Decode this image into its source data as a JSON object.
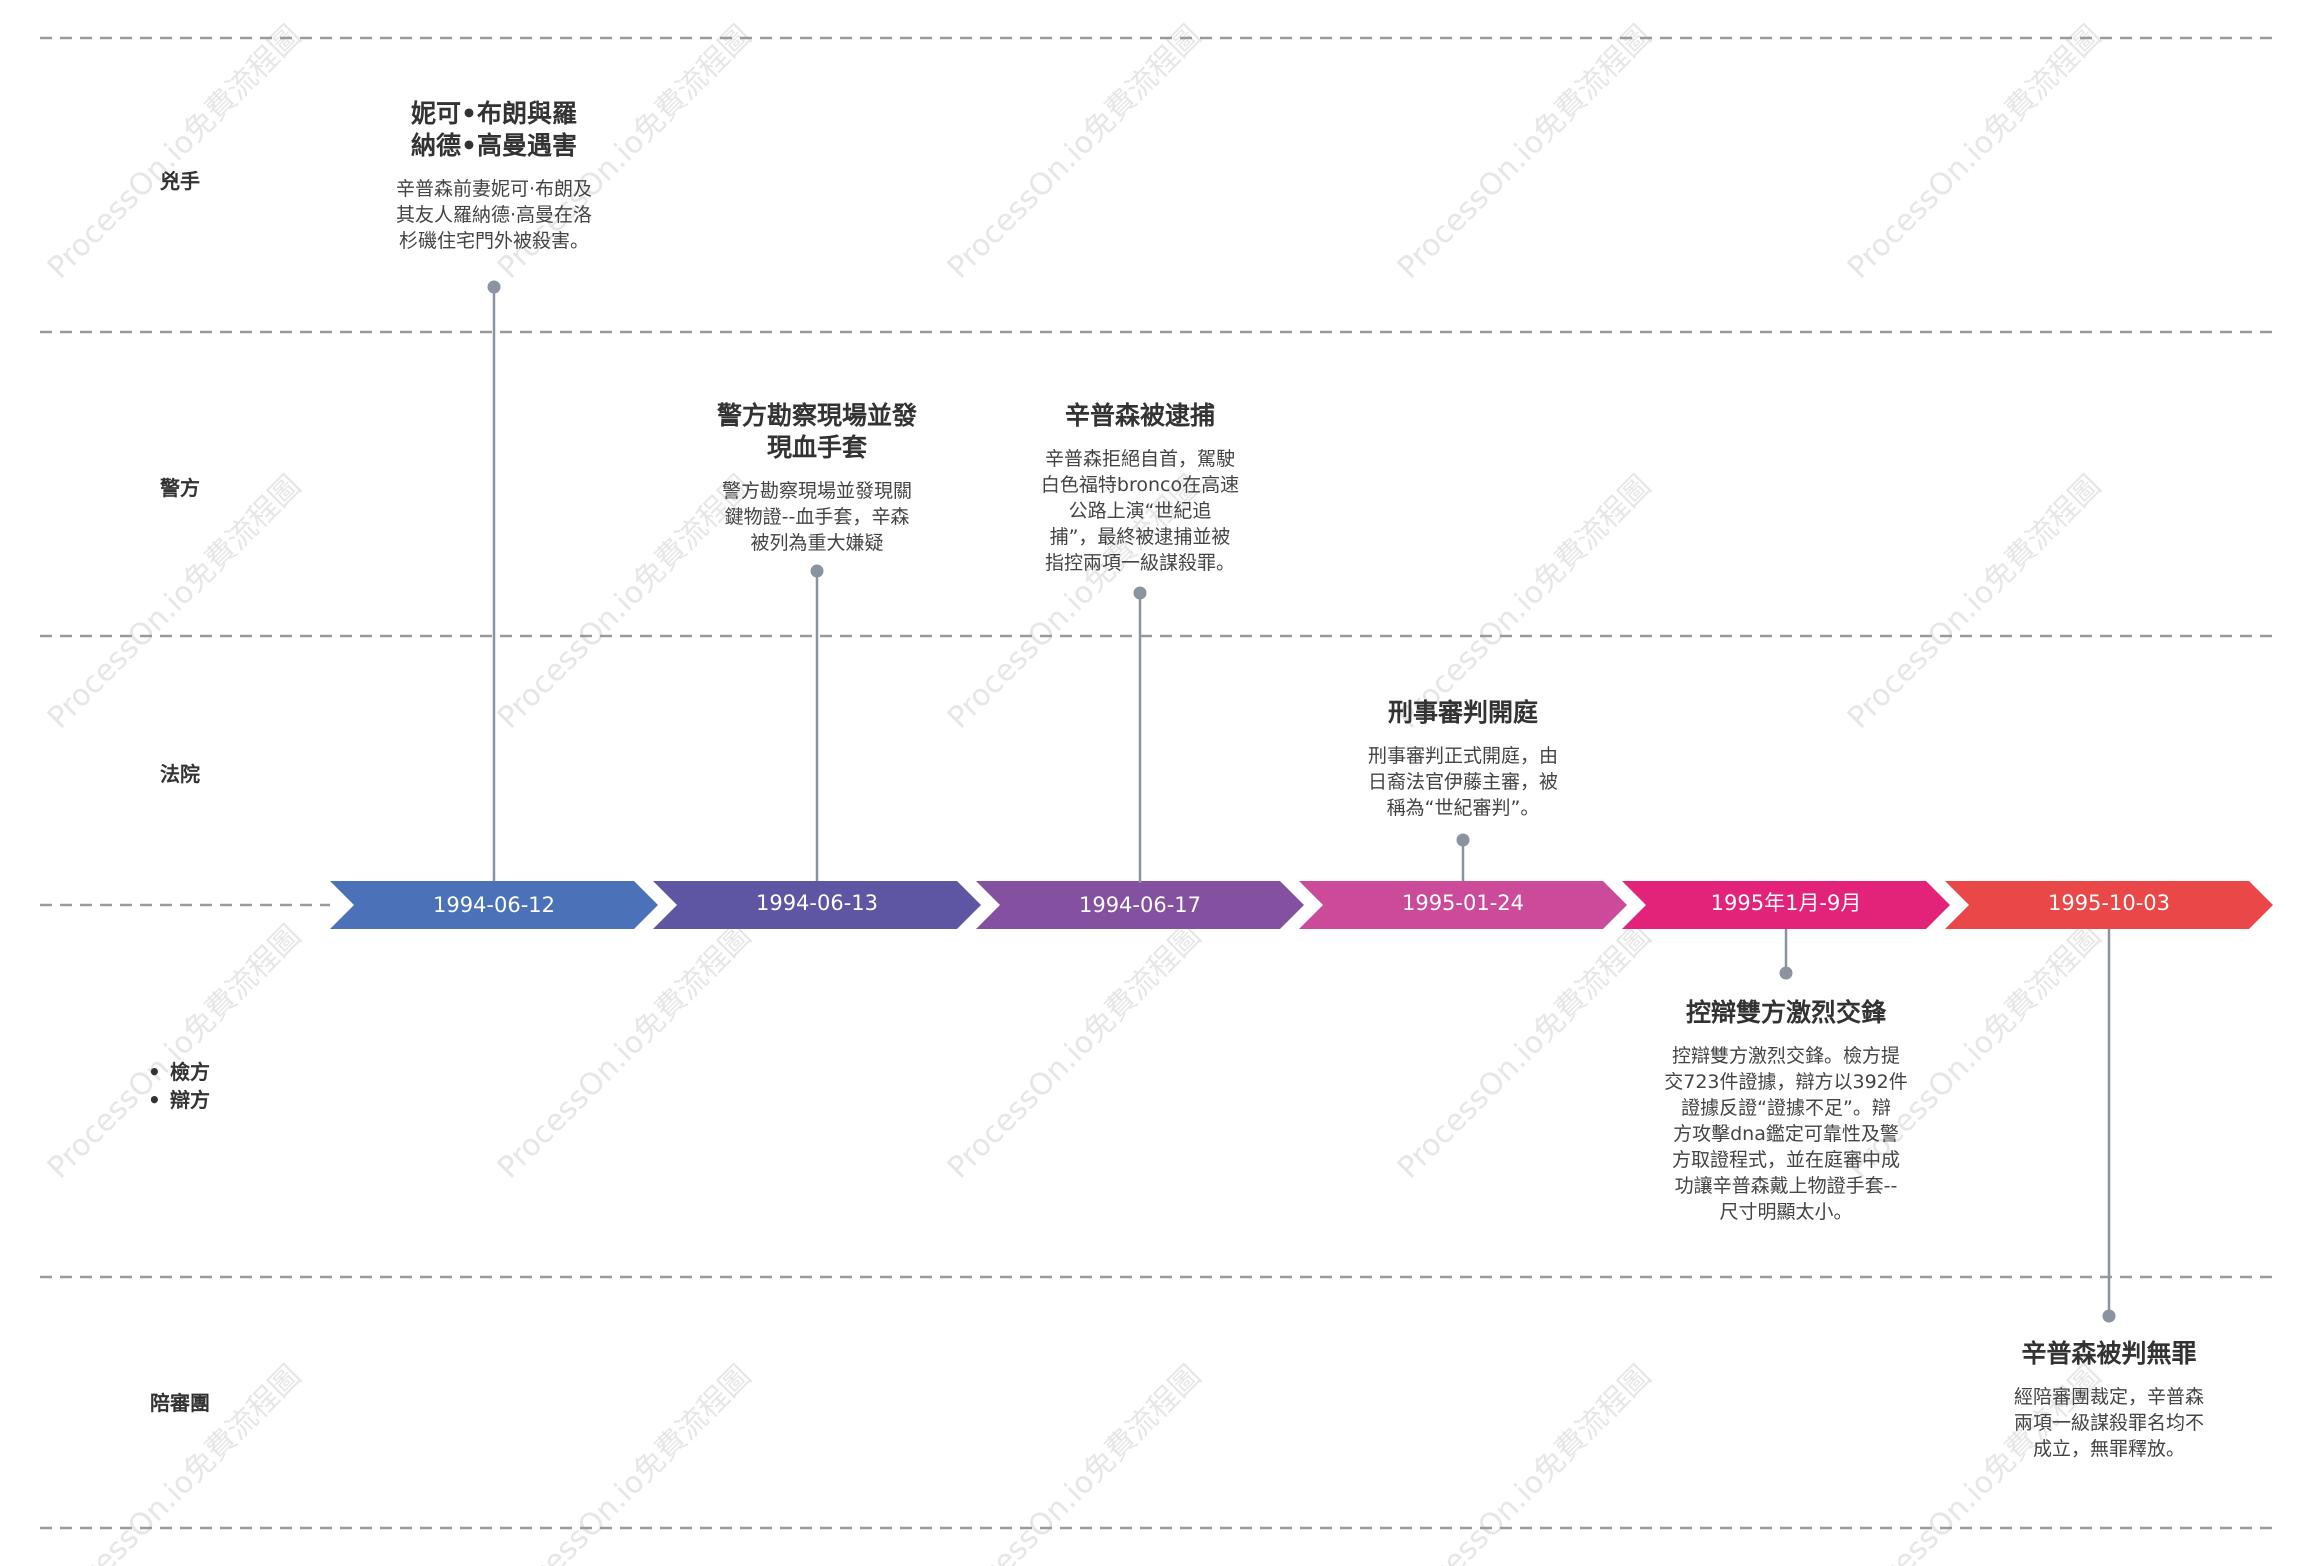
{
  "lanes": [
    {
      "id": "killer",
      "label": "兇手"
    },
    {
      "id": "police",
      "label": "警方"
    },
    {
      "id": "court",
      "label": "法院"
    },
    {
      "id": "parties",
      "items": [
        "檢方",
        "辯方"
      ]
    },
    {
      "id": "jury",
      "label": "陪審團"
    }
  ],
  "arrow_colors": [
    "#4b72b8",
    "#5e55a3",
    "#8451a1",
    "#cc4a9a",
    "#e3227a",
    "#ea4748"
  ],
  "line_color": "#8a93a0",
  "dates": [
    "1994-06-12",
    "1994-06-13",
    "1994-06-17",
    "1995-01-24",
    "1995年1月-9月",
    "1995-10-03"
  ],
  "events": [
    {
      "title_lines": [
        "妮可•布朗與羅",
        "納德•高曼遇害"
      ],
      "desc_lines": [
        "辛普森前妻妮可·布朗及",
        "其友人羅納德·高曼在洛",
        "杉磯住宅門外被殺害。"
      ]
    },
    {
      "title_lines": [
        "警方勘察現場並發",
        "現血手套"
      ],
      "desc_lines": [
        "警方勘察現場並發現關",
        "鍵物證--血手套，辛森",
        "被列為重大嫌疑"
      ]
    },
    {
      "title_lines": [
        "辛普森被逮捕"
      ],
      "desc_lines": [
        "辛普森拒絕自首，駕駛",
        "白色福特bronco在高速",
        "公路上演“世紀追",
        "捕”，最終被逮捕並被",
        "指控兩項一級謀殺罪。"
      ]
    },
    {
      "title_lines": [
        "刑事審判開庭"
      ],
      "desc_lines": [
        "刑事審判正式開庭，由",
        "日裔法官伊藤主審，被",
        "稱為“世紀審判”。"
      ]
    },
    {
      "title_lines": [
        "控辯雙方激烈交鋒"
      ],
      "desc_lines": [
        "控辯雙方激烈交鋒。檢方提",
        "交723件證據，辯方以392件",
        "證據反證“證據不足”。辯",
        "方攻擊dna鑑定可靠性及警",
        "方取證程式，並在庭審中成",
        "功讓辛普森戴上物證手套--",
        "尺寸明顯太小。"
      ]
    },
    {
      "title_lines": [
        "辛普森被判無罪"
      ],
      "desc_lines": [
        "經陪審團裁定，辛普森",
        "兩項一級謀殺罪名均不",
        "成立，無罪釋放。"
      ]
    }
  ],
  "watermark": "ProcessOn.io免費流程圖"
}
